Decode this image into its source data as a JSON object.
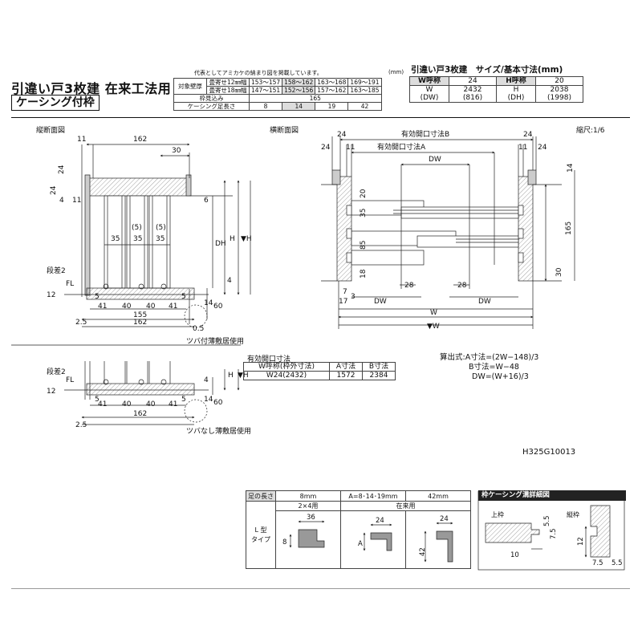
{
  "header": {
    "title": "引違い戸3枚建 在来工法用",
    "subtitle": "ケーシング付枠"
  },
  "wall_table": {
    "note": "代表としてアミカケの納まり図を掲載しています。",
    "unit": "(mm)",
    "label_wall": "対象壁厚",
    "row1_label": "畳寄せ12㎜幅",
    "row2_label": "畳寄せ18㎜幅",
    "row1": [
      "153～157",
      "158～162",
      "163～168",
      "169～191"
    ],
    "row2": [
      "147～151",
      "152～156",
      "157～162",
      "163～185"
    ],
    "frame_label": "枠見込み",
    "frame_value": "165",
    "casing_label": "ケーシング足長さ",
    "casing": [
      "8",
      "14",
      "19",
      "42"
    ]
  },
  "size_table": {
    "heading": "引違い戸3枚建　サイズ/基本寸法(mm)",
    "w_label": "W呼称",
    "w_name": "24",
    "h_label": "H呼称",
    "h_name": "20",
    "w_sub": "W",
    "dw_sub": "(DW)",
    "w_val": "2432",
    "dw_val": "(816)",
    "h_sub": "H",
    "dh_sub": "(DH)",
    "h_val": "2038",
    "dh_val": "(1998)"
  },
  "labels": {
    "vertical_section": "縦断面図",
    "horizontal_section": "横断面図",
    "scale": "縮尺:1/6",
    "tsuba_with": "ツバ付薄敷居使用",
    "tsuba_without": "ツバなし薄敷居使用"
  },
  "opening_table": {
    "title": "有効開口寸法",
    "headers": [
      "W呼称(枠外寸法)",
      "A寸法",
      "B寸法"
    ],
    "row": [
      "W24(2432)",
      "1572",
      "2384"
    ]
  },
  "formulas": {
    "line1": "算出式:A寸法=(2W−148)/3",
    "line2": "B寸法=W−48",
    "line3": "DW=(W+16)/3"
  },
  "product_code": "H325G10013",
  "casing_table": {
    "leg_length": "足の長さ",
    "col_8": "8mm",
    "col_a": "A=8･14･19mm",
    "col_42": "42mm",
    "sub_2x4": "2×4用",
    "sub_zairai": "在来用",
    "type_l": "L 型",
    "type_word": "タイプ",
    "detail_title": "枠ケーシング溝詳細図",
    "upper_frame": "上枠",
    "vertical_frame": "縦枠"
  },
  "dims": {
    "v": [
      "11",
      "162",
      "30",
      "24",
      "24",
      "4",
      "11",
      "6",
      "(5)",
      "(5)",
      "35",
      "35",
      "35",
      "DH",
      "H",
      "▼H",
      "4",
      "段差2",
      "12",
      "FL",
      "5",
      "41",
      "40",
      "40",
      "41",
      "5",
      "155",
      "162",
      "2.5",
      "14",
      "60",
      "0.5"
    ],
    "h": [
      "有効開口寸法B",
      "24",
      "24",
      "有効開口寸法A",
      "11",
      "11",
      "24",
      "24",
      "DW",
      "14",
      "20",
      "35",
      "85",
      "18",
      "165",
      "30",
      "28",
      "28",
      "7",
      "3",
      "DW",
      "DW",
      "17",
      "W",
      "▼W"
    ],
    "b": [
      "段差2",
      "12",
      "FL",
      "5",
      "4",
      "H",
      "▼H",
      "5",
      "41",
      "40",
      "40",
      "41",
      "162",
      "2.5",
      "14",
      "60"
    ],
    "c": [
      "36",
      "8",
      "24",
      "A",
      "24",
      "42",
      "10",
      "5.5",
      "7.5",
      "12",
      "7.5",
      "5.5"
    ]
  }
}
